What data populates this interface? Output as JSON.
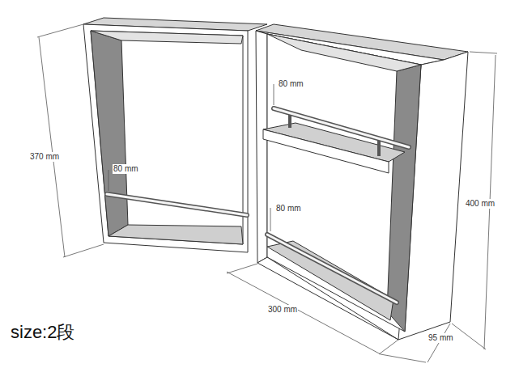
{
  "diagram": {
    "labels": [
      "370 mm",
      "80 mm",
      "80 mm",
      "80 mm",
      "400 mm",
      "300 mm",
      "95 mm",
      "size:2段"
    ]
  }
}
